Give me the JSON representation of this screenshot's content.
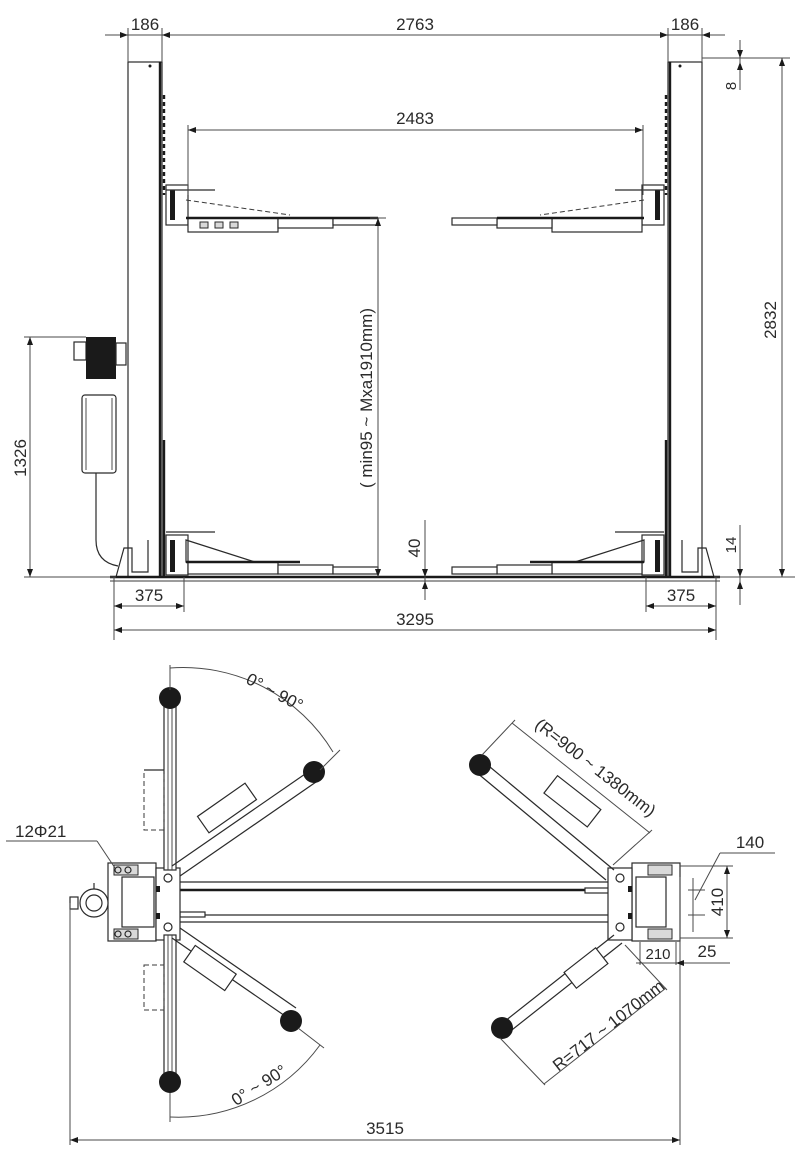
{
  "drawing": {
    "subject": "Two-post car lift dimensional drawing",
    "views": [
      "front-elevation",
      "plan-view"
    ],
    "units": "mm",
    "line_color": "#2a2a2a",
    "background": "#ffffff"
  },
  "front_view": {
    "dims": {
      "post_width_left": "186",
      "inner_column_span": "2763",
      "post_width_right": "186",
      "arm_span": "2483",
      "top_offset": "8",
      "overall_height": "2832",
      "lift_height_range": "( min95 ~ Mxa1910mm)",
      "power_unit_height": "1326",
      "pad_clearance": "40",
      "base_plate_height": "14",
      "base_left": "375",
      "base_right": "375",
      "overall_width": "3295"
    }
  },
  "plan_view": {
    "dims": {
      "swing_angle_top": "0° ~ 90°",
      "swing_angle_bottom": "0° ~ 90°",
      "long_arm_reach": "(R=900 ~ 1380mm)",
      "short_arm_reach": "R=717 ~ 1070mm",
      "anchor_bolts": "12Φ21",
      "base_depth": "140",
      "base_length": "410",
      "base_width": "210",
      "base_edge": "25",
      "overall_width": "3515"
    }
  }
}
